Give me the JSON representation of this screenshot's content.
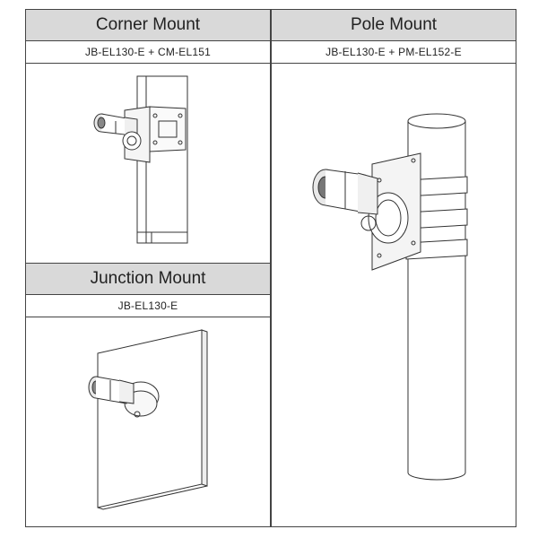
{
  "panels": {
    "corner": {
      "title": "Corner Mount",
      "models": "JB-EL130-E + CM-EL151"
    },
    "pole": {
      "title": "Pole Mount",
      "models": "JB-EL130-E + PM-EL152-E"
    },
    "junction": {
      "title": "Junction Mount",
      "models": "JB-EL130-E"
    }
  },
  "colors": {
    "header_bg": "#d9d9d9",
    "border": "#444444",
    "line": "#333333"
  }
}
